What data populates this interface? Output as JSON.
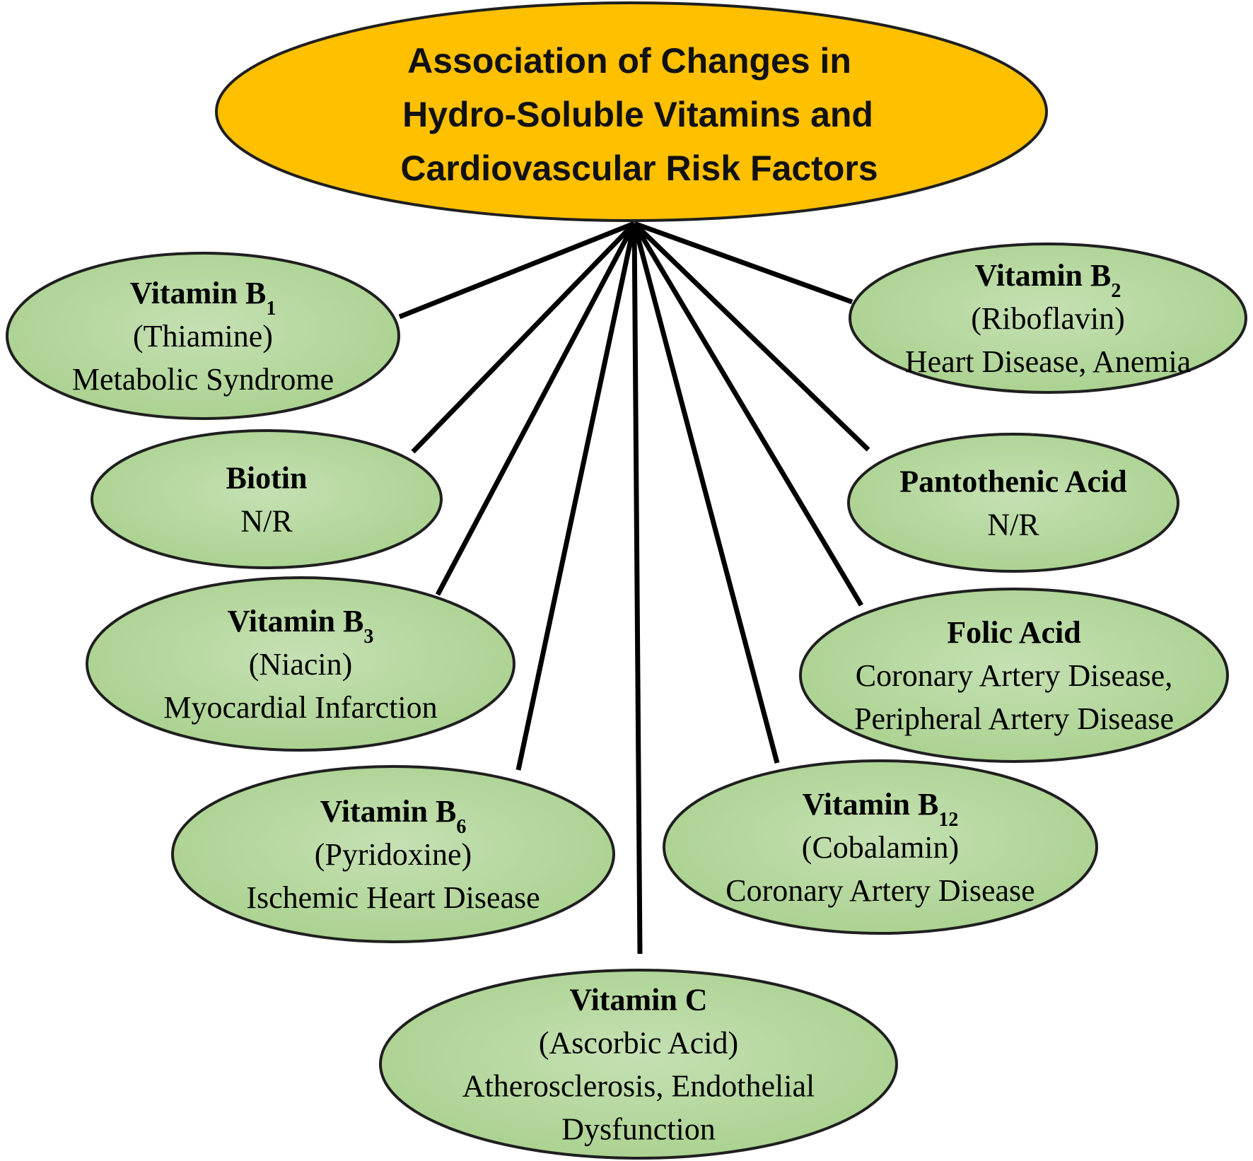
{
  "hub": {
    "lines": [
      "Association of Changes in",
      "Hydro-Soluble Vitamins and",
      "Cardiovascular Risk Factors"
    ],
    "fill_color": "#FFC000"
  },
  "node_fill_color": "#A9D18E",
  "nodes": [
    {
      "id": "vitamin-b1",
      "title": "Vitamin B",
      "subscript": "1",
      "lines": [
        "(Thiamine)",
        "Metabolic Syndrome"
      ]
    },
    {
      "id": "vitamin-b2",
      "title": "Vitamin B",
      "subscript": "2",
      "lines": [
        "(Riboflavin)",
        "Heart Disease, Anemia"
      ]
    },
    {
      "id": "biotin",
      "title": "Biotin",
      "subscript": "",
      "lines": [
        "N/R"
      ]
    },
    {
      "id": "pantothenic-acid",
      "title": "Pantothenic Acid",
      "subscript": "",
      "lines": [
        "N/R"
      ]
    },
    {
      "id": "vitamin-b3",
      "title": "Vitamin B",
      "subscript": "3",
      "lines": [
        "(Niacin)",
        "Myocardial Infarction"
      ]
    },
    {
      "id": "folic-acid",
      "title": "Folic Acid",
      "subscript": "",
      "lines": [
        "Coronary Artery Disease,",
        "Peripheral Artery Disease"
      ]
    },
    {
      "id": "vitamin-b6",
      "title": "Vitamin B",
      "subscript": "6",
      "lines": [
        "(Pyridoxine)",
        "Ischemic Heart Disease"
      ]
    },
    {
      "id": "vitamin-b12",
      "title": "Vitamin B",
      "subscript": "12",
      "lines": [
        "(Cobalamin)",
        "Coronary Artery Disease"
      ]
    },
    {
      "id": "vitamin-c",
      "title": "Vitamin C",
      "subscript": "",
      "lines": [
        "(Ascorbic Acid)",
        "Atherosclerosis, Endothelial",
        "Dysfunction"
      ]
    }
  ]
}
